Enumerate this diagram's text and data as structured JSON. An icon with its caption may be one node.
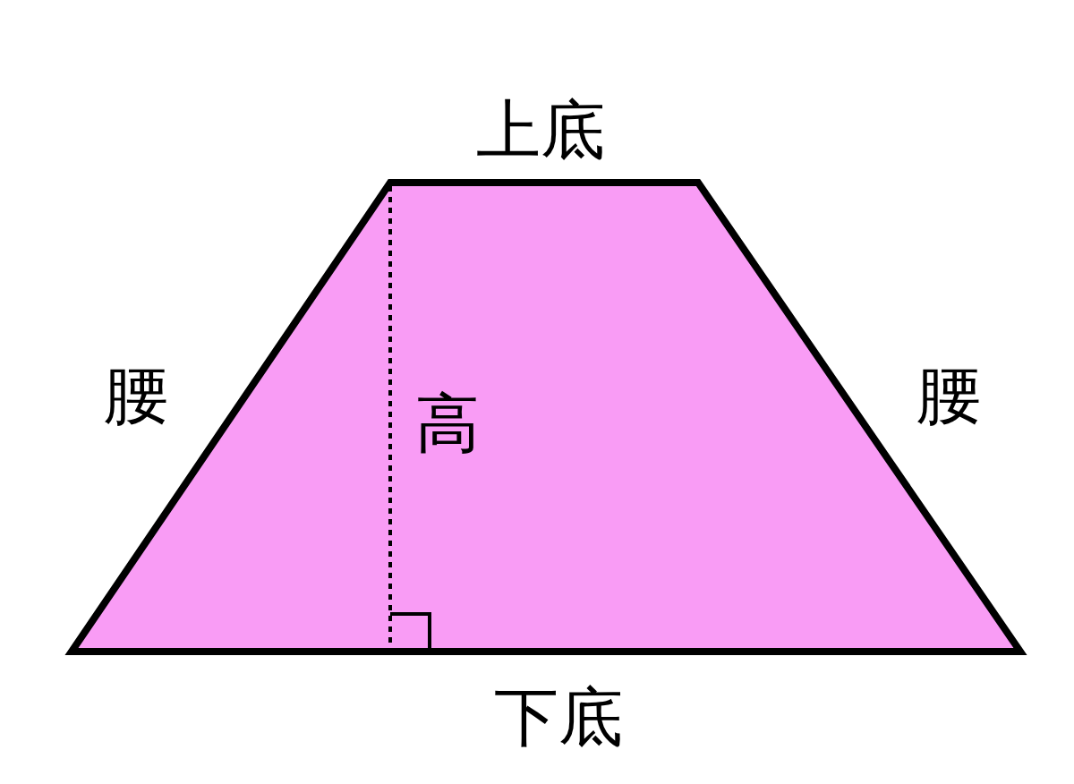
{
  "diagram": {
    "labels": [
      "上底",
      "腰",
      "高",
      "腰",
      "下底"
    ]
  }
}
